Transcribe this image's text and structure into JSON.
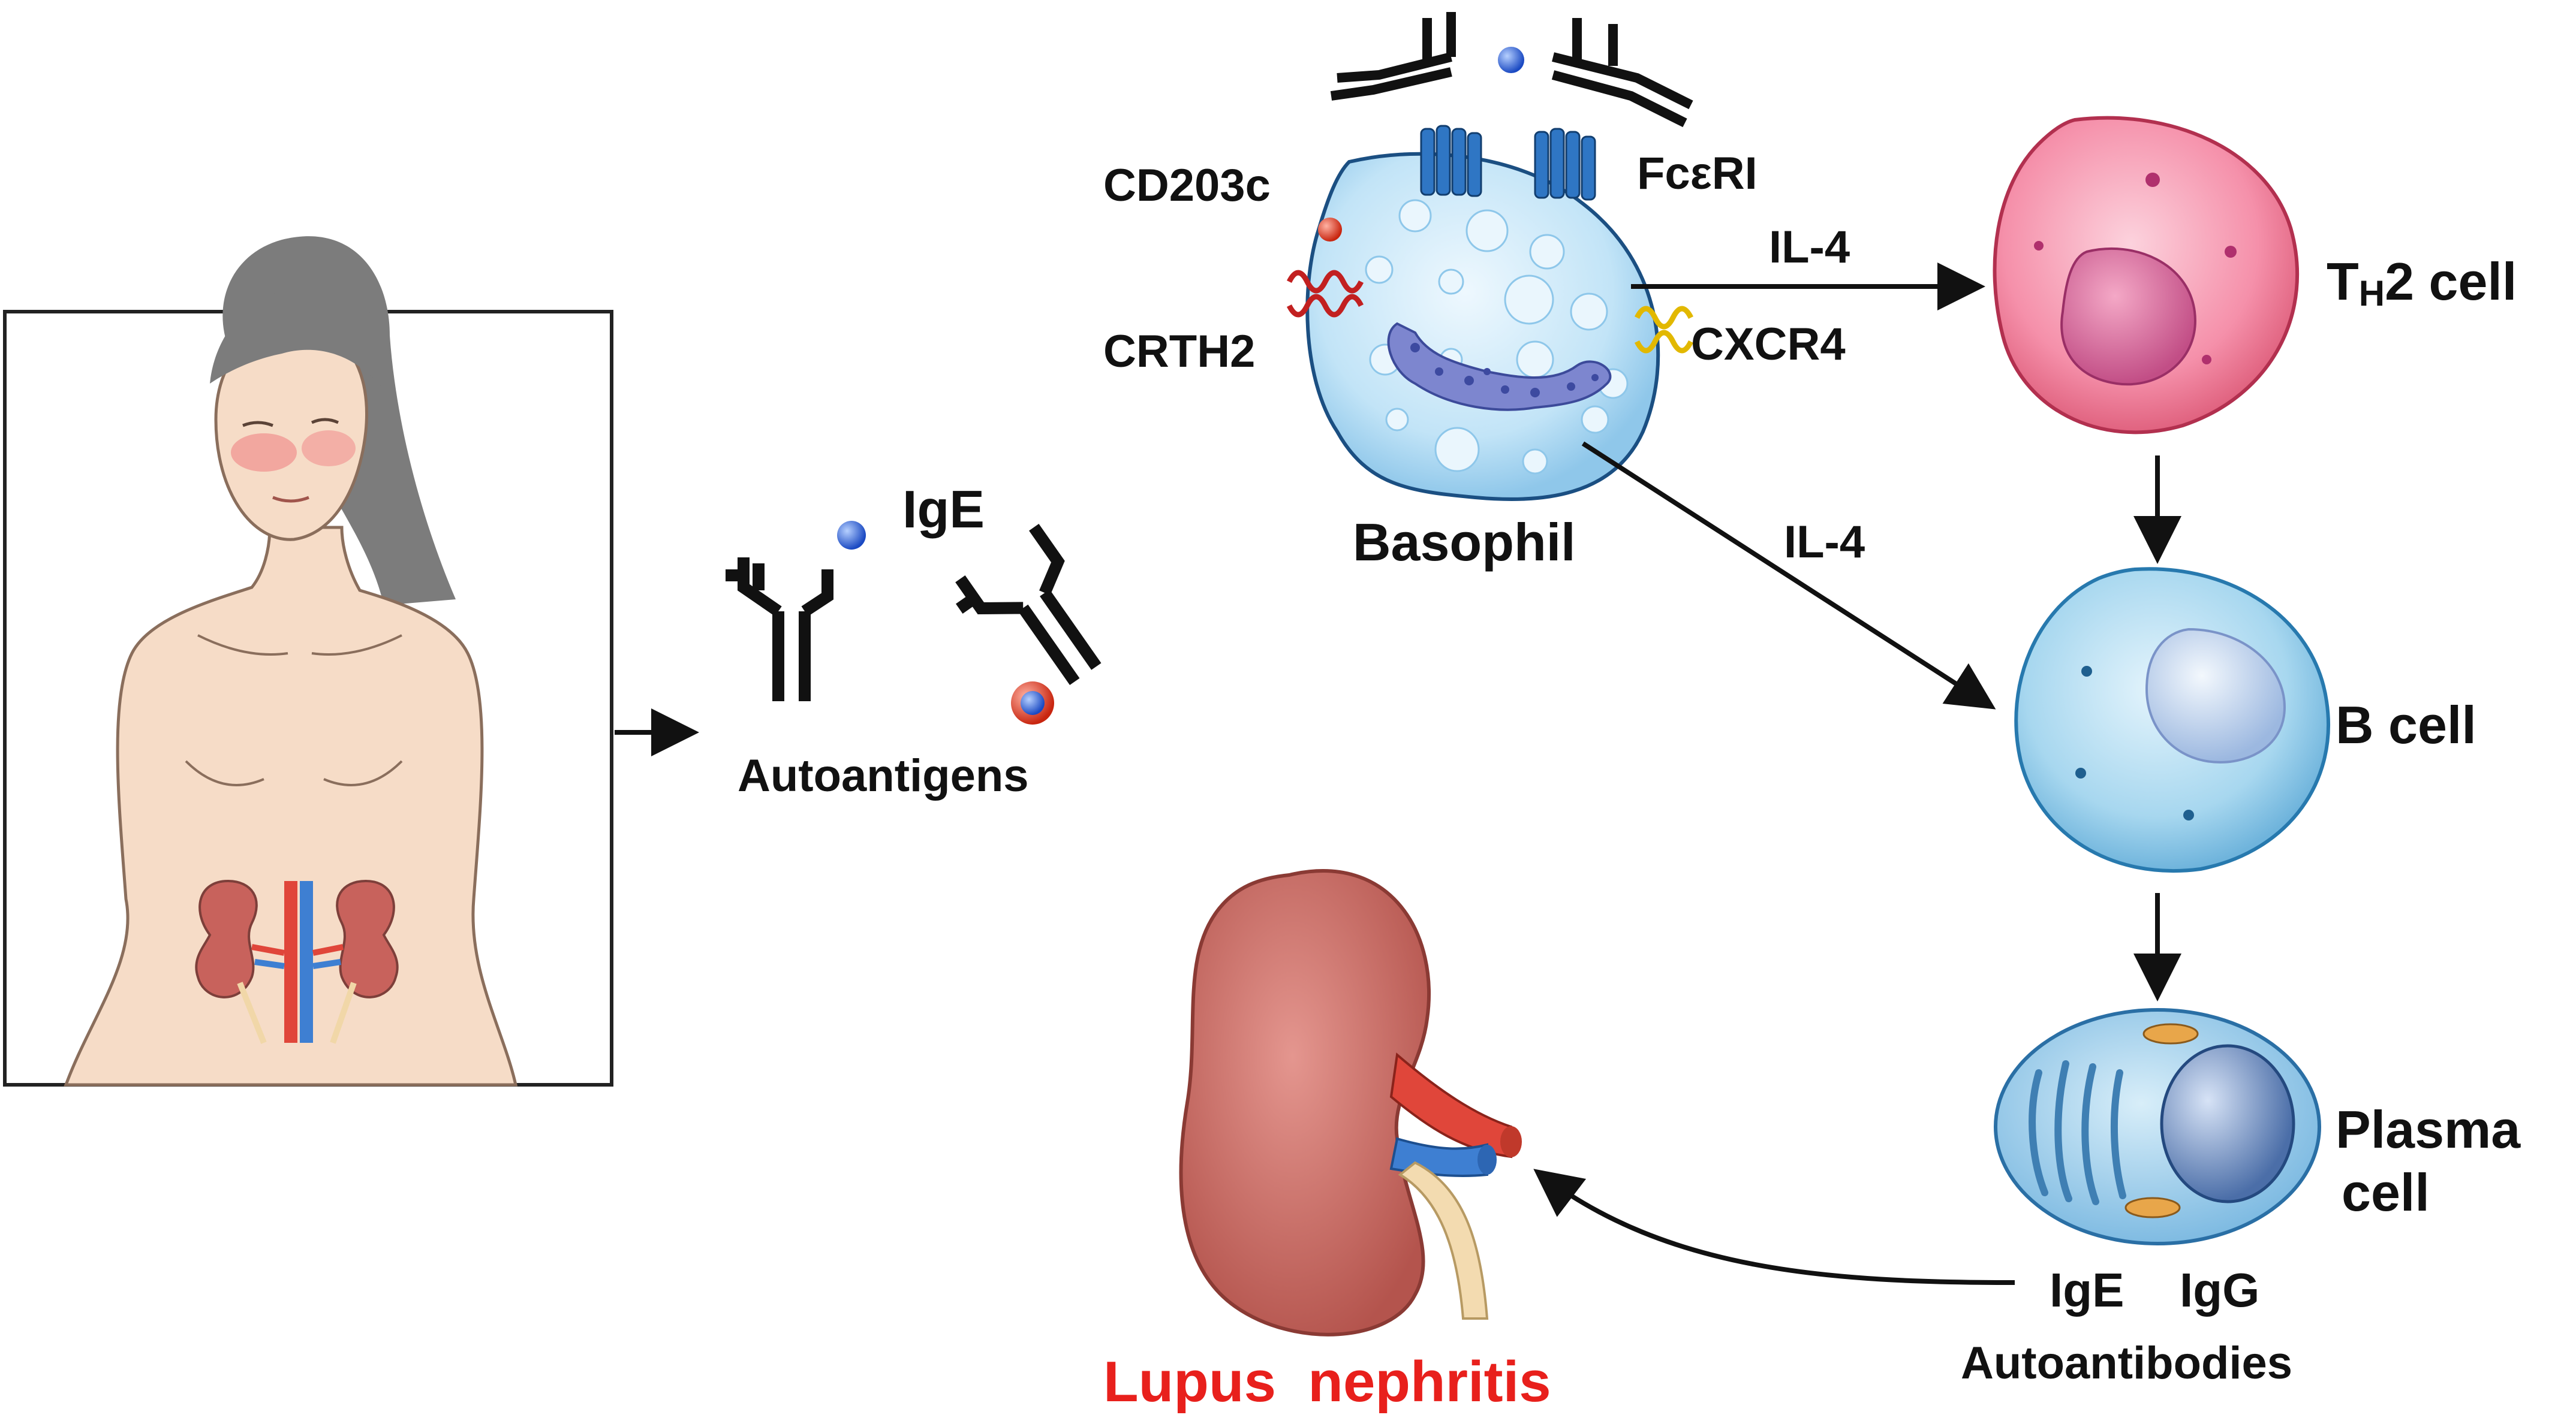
{
  "labels": {
    "ige_top": "IgE",
    "autoantigens": "Autoantigens",
    "cd203c": "CD203c",
    "fceri": "FcεRI",
    "crth2": "CRTH2",
    "cxcr4": "CXCR4",
    "basophil": "Basophil",
    "il4_top": "IL-4",
    "il4_lower": "IL-4",
    "th2_main": "T",
    "th2_sub": "H",
    "th2_rest": "2 cell",
    "b_cell": "B cell",
    "plasma_line1": "Plasma",
    "plasma_line2": "cell",
    "ige_bottom": "IgE",
    "igg_bottom": "IgG",
    "autoantibodies": "Autoantibodies",
    "lupus": "Lupus  nephritis"
  },
  "colors": {
    "text": "#111111",
    "lupus_text": "#e8201c",
    "th2_cell": "#f07a98",
    "b_cell": "#a9d8ef",
    "plasma_cell": "#a6d0ec",
    "basophil": "#bfe3f7",
    "kidney": "#c96a63",
    "antigen_blue": "#2f6fe0",
    "antigen_red": "#e03d2a"
  }
}
